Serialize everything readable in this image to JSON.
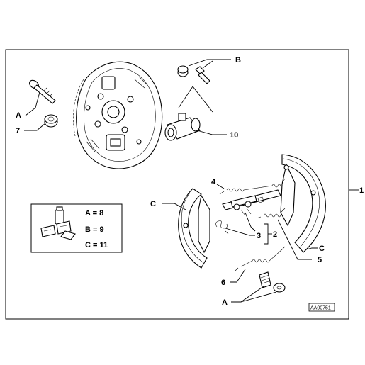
{
  "labels": {
    "a_bolt": "A",
    "seven": "7",
    "b_top": "B",
    "ten": "10",
    "one": "1",
    "four": "4",
    "c_left": "C",
    "three": "3",
    "two": "2",
    "c_right": "C",
    "five": "5",
    "six": "6",
    "a_bottom": "A"
  },
  "legend": {
    "line1": "A = 8",
    "line2": "B = 9",
    "line3": "C = 11"
  },
  "reference": "AA00751",
  "colors": {
    "ink": "#000000",
    "paper": "#ffffff"
  }
}
